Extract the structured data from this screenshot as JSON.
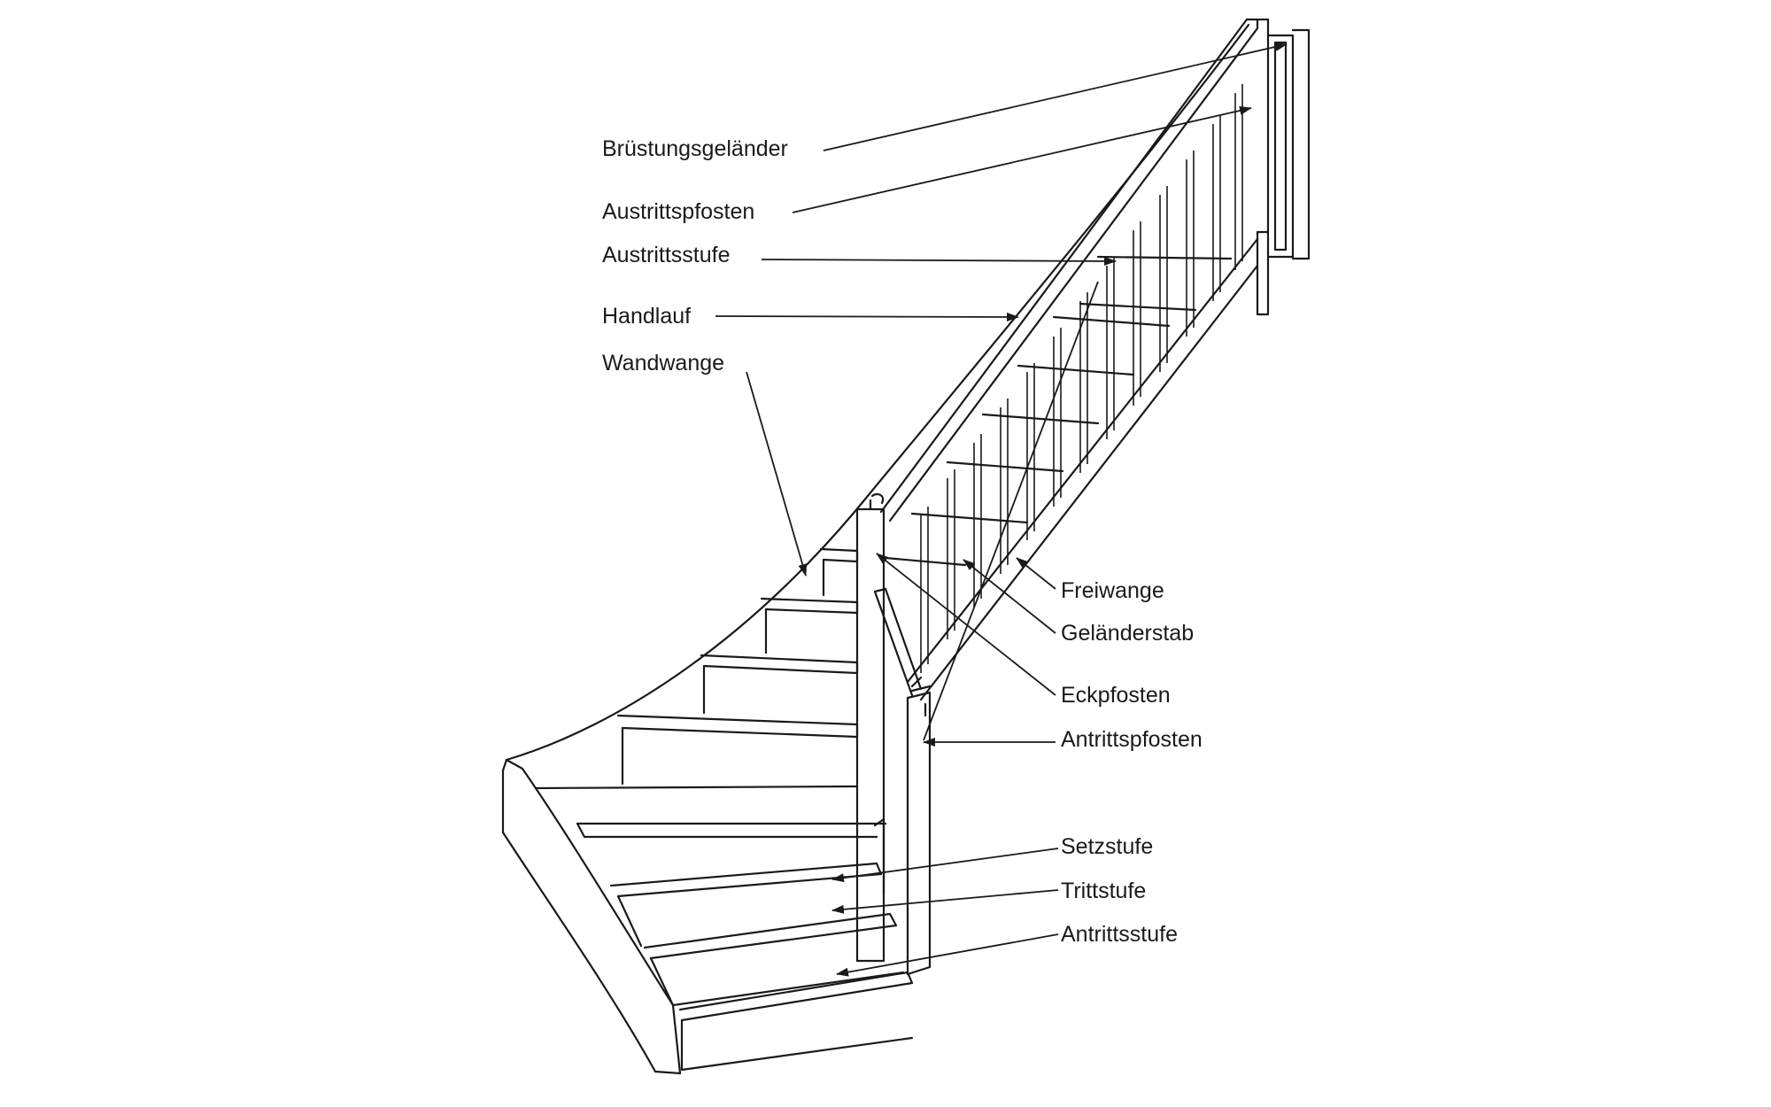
{
  "labels": {
    "bruestungsgelaender": "Brüstungsgeländer",
    "austrittspfosten": "Austrittspfosten",
    "austrittsstufe": "Austrittsstufe",
    "handlauf": "Handlauf",
    "wandwange": "Wandwange",
    "freiwange": "Freiwange",
    "gelaenderstab": "Geländerstab",
    "eckpfosten": "Eckpfosten",
    "antrittspfosten": "Antrittspfosten",
    "setzstufe": "Setzstufe",
    "trittstufe": "Trittstufe",
    "antrittsstufe": "Antrittsstufe"
  },
  "colors": {
    "line": "#1a1a1a",
    "background": "#ffffff"
  }
}
